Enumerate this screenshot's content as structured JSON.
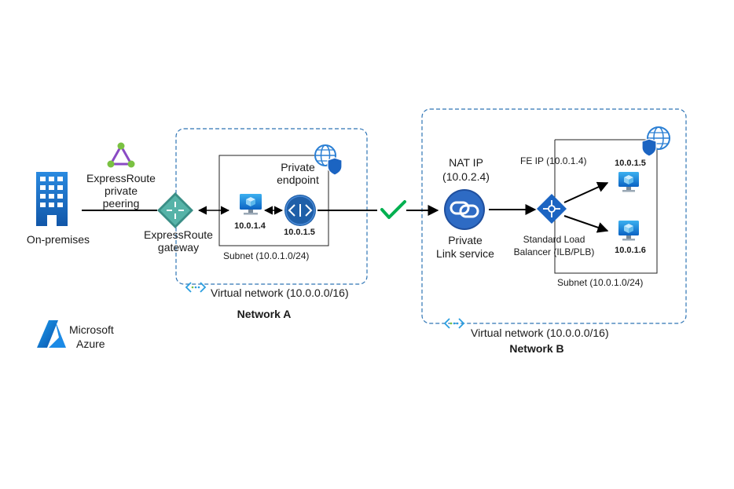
{
  "onprem": {
    "label": "On-premises"
  },
  "peering": {
    "line1": "ExpressRoute",
    "line2": "private",
    "line3": "peering"
  },
  "gateway": {
    "line1": "ExpressRoute",
    "line2": "gateway"
  },
  "networkA": {
    "title": "Network A",
    "vnet": "Virtual network (10.0.0.0/16)",
    "subnet": "Subnet  (10.0.1.0/24)",
    "vm_ip": "10.0.1.4",
    "pe_title1": "Private",
    "pe_title2": "endpoint",
    "pe_ip": "10.0.1.5"
  },
  "networkB": {
    "title": "Network B",
    "vnet": "Virtual network (10.0.0.0/16)",
    "subnet": "Subnet  (10.0.1.0/24)",
    "nat_line1": "NAT IP",
    "nat_line2": "(10.0.2.4)",
    "pls_line1": "Private",
    "pls_line2": "Link service",
    "fe_ip": "FE IP (10.0.1.4)",
    "lb_line1": "Standard Load",
    "lb_line2": "Balancer (ILB/PLB)",
    "vm1_ip": "10.0.1.5",
    "vm2_ip": "10.0.1.6"
  },
  "brand": {
    "line1": "Microsoft",
    "line2": "Azure"
  },
  "colors": {
    "vnet_border": "#2e74b5",
    "arrow": "#000000",
    "check": "#00b050",
    "azure_blue": "#0078d4",
    "building": "#1e6fc8",
    "gateway": "#3a8e86",
    "peering": "#8a4ac4",
    "endpoint": "#1f5fa8"
  },
  "icons": [
    "building-icon",
    "expressroute-peering-icon",
    "expressroute-gateway-icon",
    "virtual-machine-icon",
    "private-endpoint-icon",
    "globe-shield-icon",
    "private-link-service-icon",
    "load-balancer-icon",
    "vnet-icon",
    "checkmark-icon",
    "azure-logo-icon"
  ]
}
